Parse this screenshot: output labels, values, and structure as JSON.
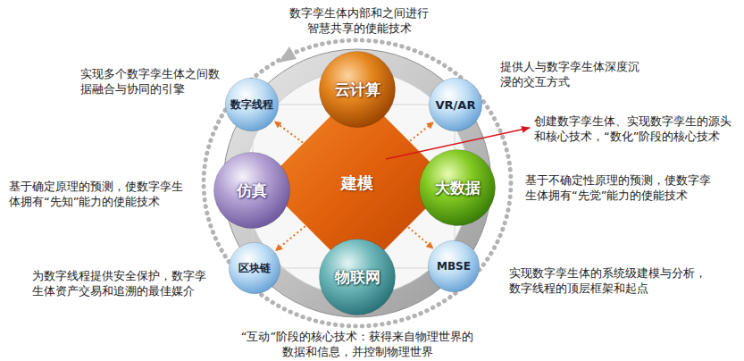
{
  "diagram": {
    "nodes": [
      {
        "text": [
          "云计算"
        ]
      },
      {
        "text": [
          "数字线程"
        ]
      },
      {
        "text": [
          "VR/AR"
        ]
      },
      {
        "text": [
          "建模"
        ]
      },
      {
        "text": [
          "仿真"
        ]
      },
      {
        "text": [
          "大数据"
        ]
      },
      {
        "text": [
          "区块链"
        ]
      },
      {
        "text": [
          "MBSE"
        ]
      },
      {
        "text": [
          "物联网"
        ]
      }
    ],
    "edges": [
      {
        "from": 3,
        "to": 1,
        "arrow": "to"
      },
      {
        "from": 3,
        "to": 2,
        "arrow": "to"
      },
      {
        "from": 3,
        "to": 6,
        "arrow": "to"
      },
      {
        "from": 3,
        "to": 7,
        "arrow": "to"
      }
    ],
    "labels": [
      "数字孪生体内部和之间进行智慧共享的使能技术",
      "实现多个数字孪生体之间数据融合与协同的引擎",
      "提供人与数字孪生体深度沉浸的交互方式",
      "创建数字孪生体、实现数字孪生的源头和核心技术，“数化”阶段的核心技术",
      "基于确定原理的预测，使数字孪生体拥有“先知”能力的使能技术",
      "基于不确定性原理的预测，使数字孪生体拥有“先觉”能力的使能技术",
      "为数字线程提供安全保护，数字孪生体资产交易和追溯的最佳媒介",
      "实现数字孪生体的系统级建模与分析，数字线程的顶层框架和起点",
      "“互动”阶段的核心技术：获得来自物理世界的数据和信息，并控制物理世界"
    ]
  }
}
